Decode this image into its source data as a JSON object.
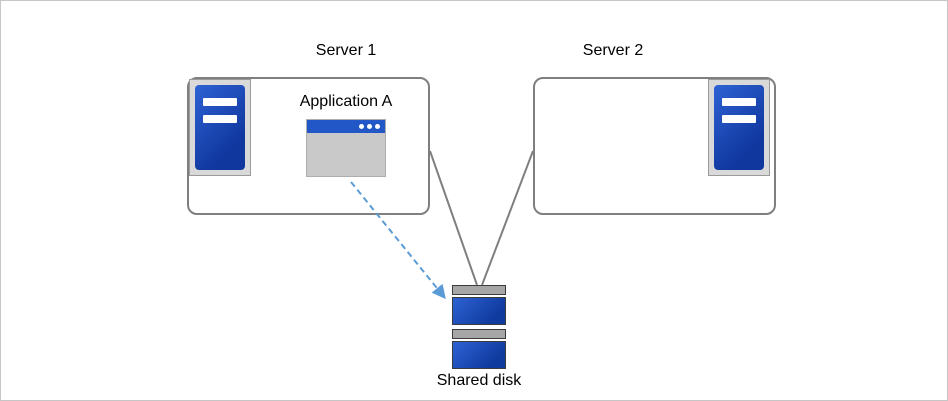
{
  "diagram": {
    "nodes": {
      "server1": {
        "label": "Server 1",
        "icon": "server-tower-icon"
      },
      "server2": {
        "label": "Server 2",
        "icon": "server-tower-icon"
      },
      "application": {
        "label": "Application A",
        "icon": "app-window-icon"
      },
      "shared_disk": {
        "label": "Shared disk",
        "icon": "disk-stack-icon"
      }
    },
    "edges": [
      {
        "from": "server1",
        "to": "shared_disk",
        "style": "solid",
        "color": "#7f7f7f"
      },
      {
        "from": "server2",
        "to": "shared_disk",
        "style": "solid",
        "color": "#7f7f7f"
      },
      {
        "from": "application",
        "to": "shared_disk",
        "style": "dashed-arrow",
        "color": "#5b9bd5"
      }
    ],
    "colors": {
      "server_blue": "#1646b4",
      "window_title_blue": "#2157c6",
      "window_body_gray": "#c9c9c9",
      "disk_blue": "#1a46b8",
      "disk_cap_gray": "#a6a6a6",
      "connector_gray": "#7f7f7f",
      "arrow_blue": "#5b9bd5",
      "box_border_gray": "#7f7f7f",
      "icon_frame_gray": "#d9d9d9"
    }
  }
}
